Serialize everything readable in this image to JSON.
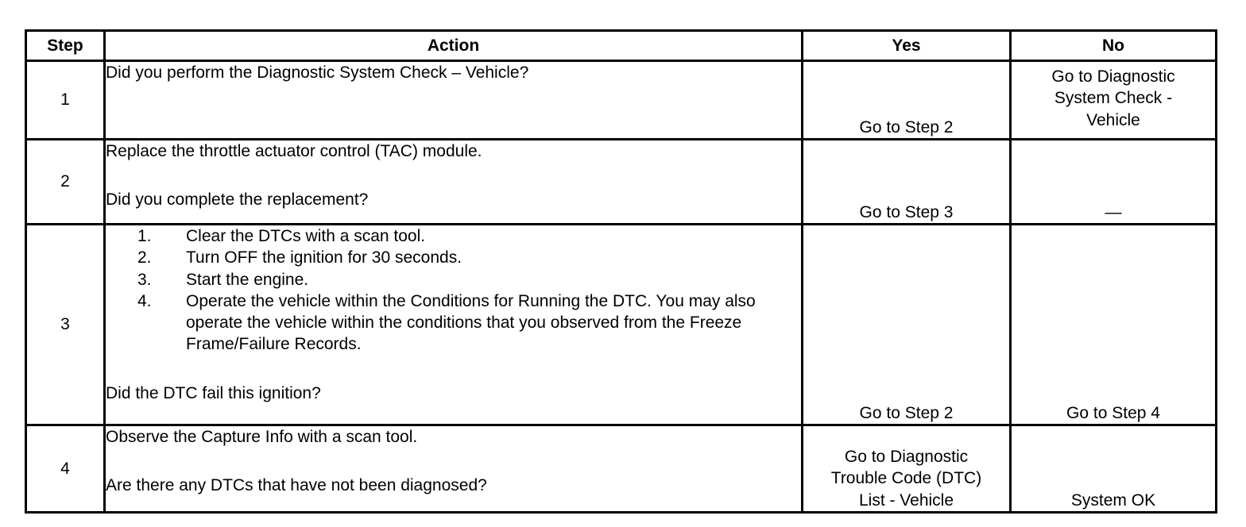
{
  "table": {
    "headers": {
      "step": "Step",
      "action": "Action",
      "yes": "Yes",
      "no": "No"
    },
    "rows": [
      {
        "step": "1",
        "action_lead": "Did you perform the Diagnostic System Check – Vehicle?",
        "action_tail": "",
        "yes_lines": [
          "Go to Step 2"
        ],
        "no_lines": [
          "Go to Diagnostic",
          "System Check -",
          "Vehicle"
        ]
      },
      {
        "step": "2",
        "action_lead": "Replace the throttle actuator control (TAC) module.",
        "action_tail": "Did you complete the replacement?",
        "yes_lines": [
          "Go to Step 3"
        ],
        "no_lines": [
          "—"
        ]
      },
      {
        "step": "3",
        "action_lead": "",
        "list": [
          {
            "num": "1.",
            "text": "Clear the DTCs with a scan tool."
          },
          {
            "num": "2.",
            "text": "Turn OFF the ignition for 30 seconds."
          },
          {
            "num": "3.",
            "text": "Start the engine."
          },
          {
            "num": "4.",
            "text": "Operate the vehicle within the Conditions for Running the DTC. You may also operate the vehicle within the conditions that you observed from the Freeze Frame/Failure Records."
          }
        ],
        "action_tail": "Did the DTC fail this ignition?",
        "yes_lines": [
          "Go to Step 2"
        ],
        "no_lines": [
          "Go to Step 4"
        ]
      },
      {
        "step": "4",
        "action_lead": "Observe the Capture Info with a scan tool.",
        "action_tail": "Are there any DTCs that have not been diagnosed?",
        "yes_lines": [
          "Go to Diagnostic",
          "Trouble Code (DTC)",
          "List - Vehicle"
        ],
        "no_lines": [
          "System OK"
        ]
      }
    ]
  },
  "colors": {
    "border": "#000000",
    "text": "#000000",
    "background": "#ffffff"
  }
}
